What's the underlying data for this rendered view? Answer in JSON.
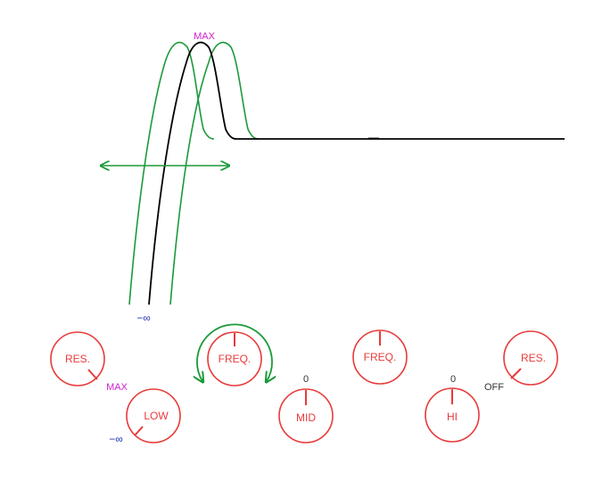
{
  "colors": {
    "knob": "#e83a3a",
    "curve_primary": "#000000",
    "curve_shifted": "#1a9a3a",
    "label_magenta": "#cc22cc",
    "label_blue": "#1f2fb0",
    "text_dark": "#333333"
  },
  "curve": {
    "peak_label": "MAX",
    "bottom_label": "−∞"
  },
  "knobs": {
    "res_left": {
      "label": "RES.",
      "value_label": "MAX"
    },
    "low": {
      "label": "LOW",
      "value_label": "−∞"
    },
    "freq_left": {
      "label": "FREQ."
    },
    "mid": {
      "label": "MID",
      "value_label": "0"
    },
    "freq_right": {
      "label": "FREQ."
    },
    "hi": {
      "label": "HI",
      "value_label": "0"
    },
    "res_right": {
      "label": "RES.",
      "value_label": "OFF"
    }
  }
}
